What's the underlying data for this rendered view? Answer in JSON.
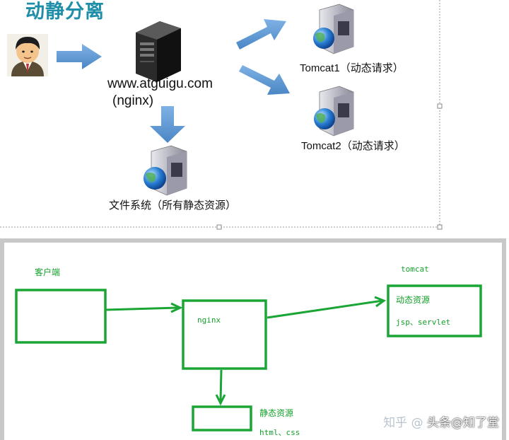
{
  "top": {
    "title": "动静分离",
    "server_url": "www.atguigu.com",
    "server_name": "(nginx)",
    "tomcat1_label": "Tomcat1（动态请求）",
    "tomcat2_label": "Tomcat2（动态请求）",
    "fs_label": "文件系统（所有静态资源）"
  },
  "bottom": {
    "client_label": "客户端",
    "nginx_label": "nginx",
    "tomcat_label": "tomcat",
    "dynamic_label": "动态资源",
    "dynamic_detail": "jsp、servlet",
    "static_label": "静态资源",
    "static_detail": "html、css"
  },
  "watermark": {
    "part1": "知乎 @",
    "part2": "头条@知了堂"
  },
  "colors": {
    "title": "#1f8ea8",
    "arrow_blue": "#5b9bd5",
    "green": "#1aa535",
    "frame_gray": "#c8c8c8"
  }
}
